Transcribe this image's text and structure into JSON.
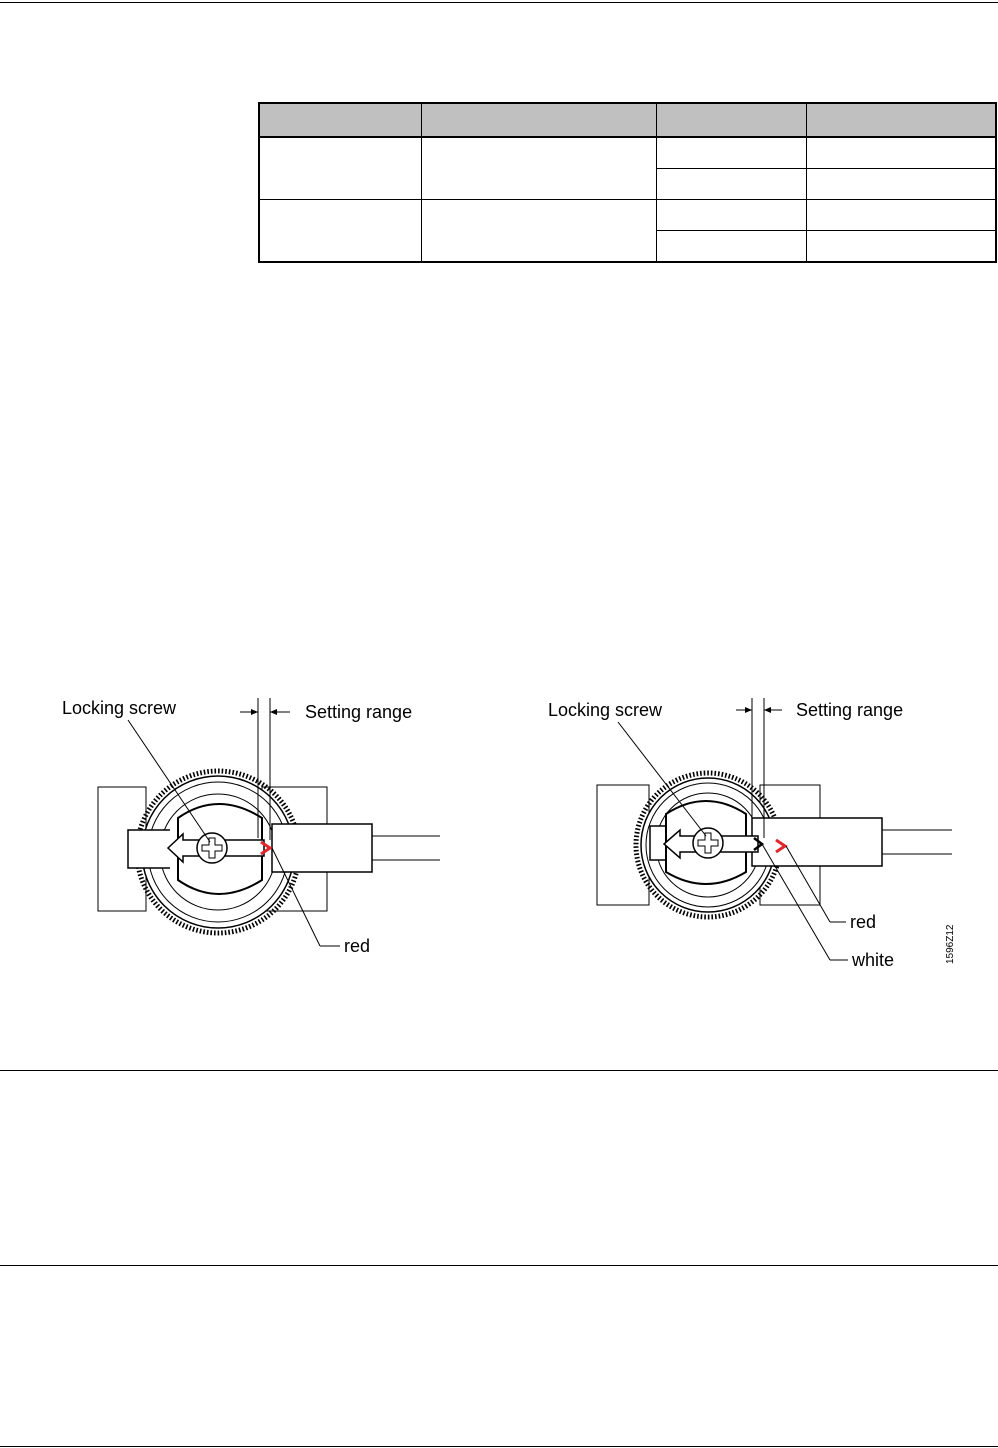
{
  "figure": {
    "left": {
      "locking_screw_label": "Locking screw",
      "setting_range_label": "Setting range",
      "red_label": "red"
    },
    "right": {
      "locking_screw_label": "Locking screw",
      "setting_range_label": "Setting range",
      "red_label": "red",
      "white_label": "white"
    },
    "figure_code": "1596Z12",
    "marker_color": "#e0262b"
  }
}
